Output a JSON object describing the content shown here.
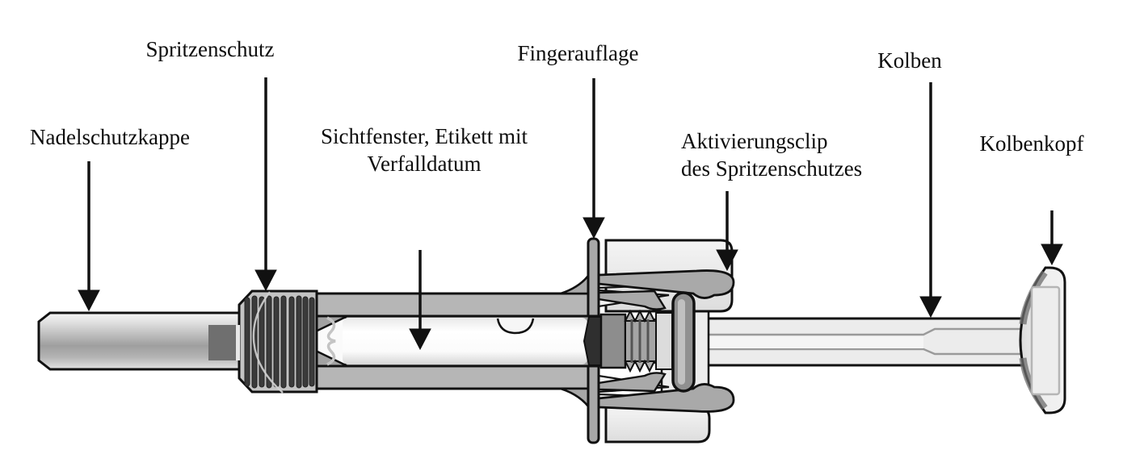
{
  "labels": {
    "nadelschutzkappe": "Nadelschutzkappe",
    "spritzenschutz": "Spritzenschutz",
    "sichtfenster": "Sichtfenster, Etikett mit\nVerfalldatum",
    "fingerauflage": "Fingerauflage",
    "aktivierungsclip": "Aktivierungsclip\ndes Spritzenschutzes",
    "kolben": "Kolben",
    "kolbenkopf": "Kolbenkopf"
  },
  "colors": {
    "outline": "#111111",
    "background": "#ffffff",
    "barrel_gray": "#b6b6b6",
    "shield_housing_gray": "#c3c3c3",
    "spring_dark": "#3b3b3b",
    "clip_gray": "#a9a9a9",
    "plastic_light": "#eeeeee",
    "stopper_gray": "#8d8d8d",
    "window_gray": "#a2a2a2",
    "liquid_white": "#fdfdfd",
    "plunger_rod_gray": "#ececec",
    "dark_interface": "#2f2f2f"
  }
}
